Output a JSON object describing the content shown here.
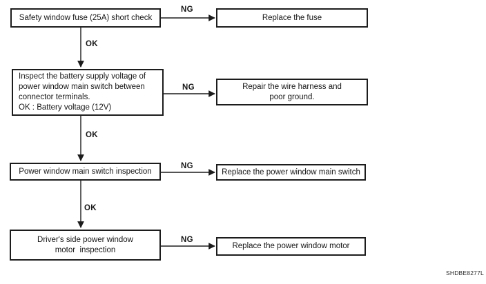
{
  "steps": [
    {
      "check": "Safety window fuse (25A) short check",
      "ng": "NG",
      "action": "Replace the fuse",
      "ok": "OK"
    },
    {
      "check": "Inspect the battery supply voltage of\npower window main switch between\nconnector terminals.\nOK : Battery voltage (12V)",
      "ng": "NG",
      "action": "Repair the wire harness and\npoor ground.",
      "ok": "OK"
    },
    {
      "check": "Power window main switch inspection",
      "ng": "NG",
      "action": "Replace the power window main switch",
      "ok": "OK"
    },
    {
      "check": "Driver's side power window\nmotor  inspection",
      "ng": "NG",
      "action": "Replace the power window motor"
    }
  ],
  "caption": "SHDBE8277L",
  "colors": {
    "ink": "#1c1c1c",
    "background": "#ffffff"
  }
}
